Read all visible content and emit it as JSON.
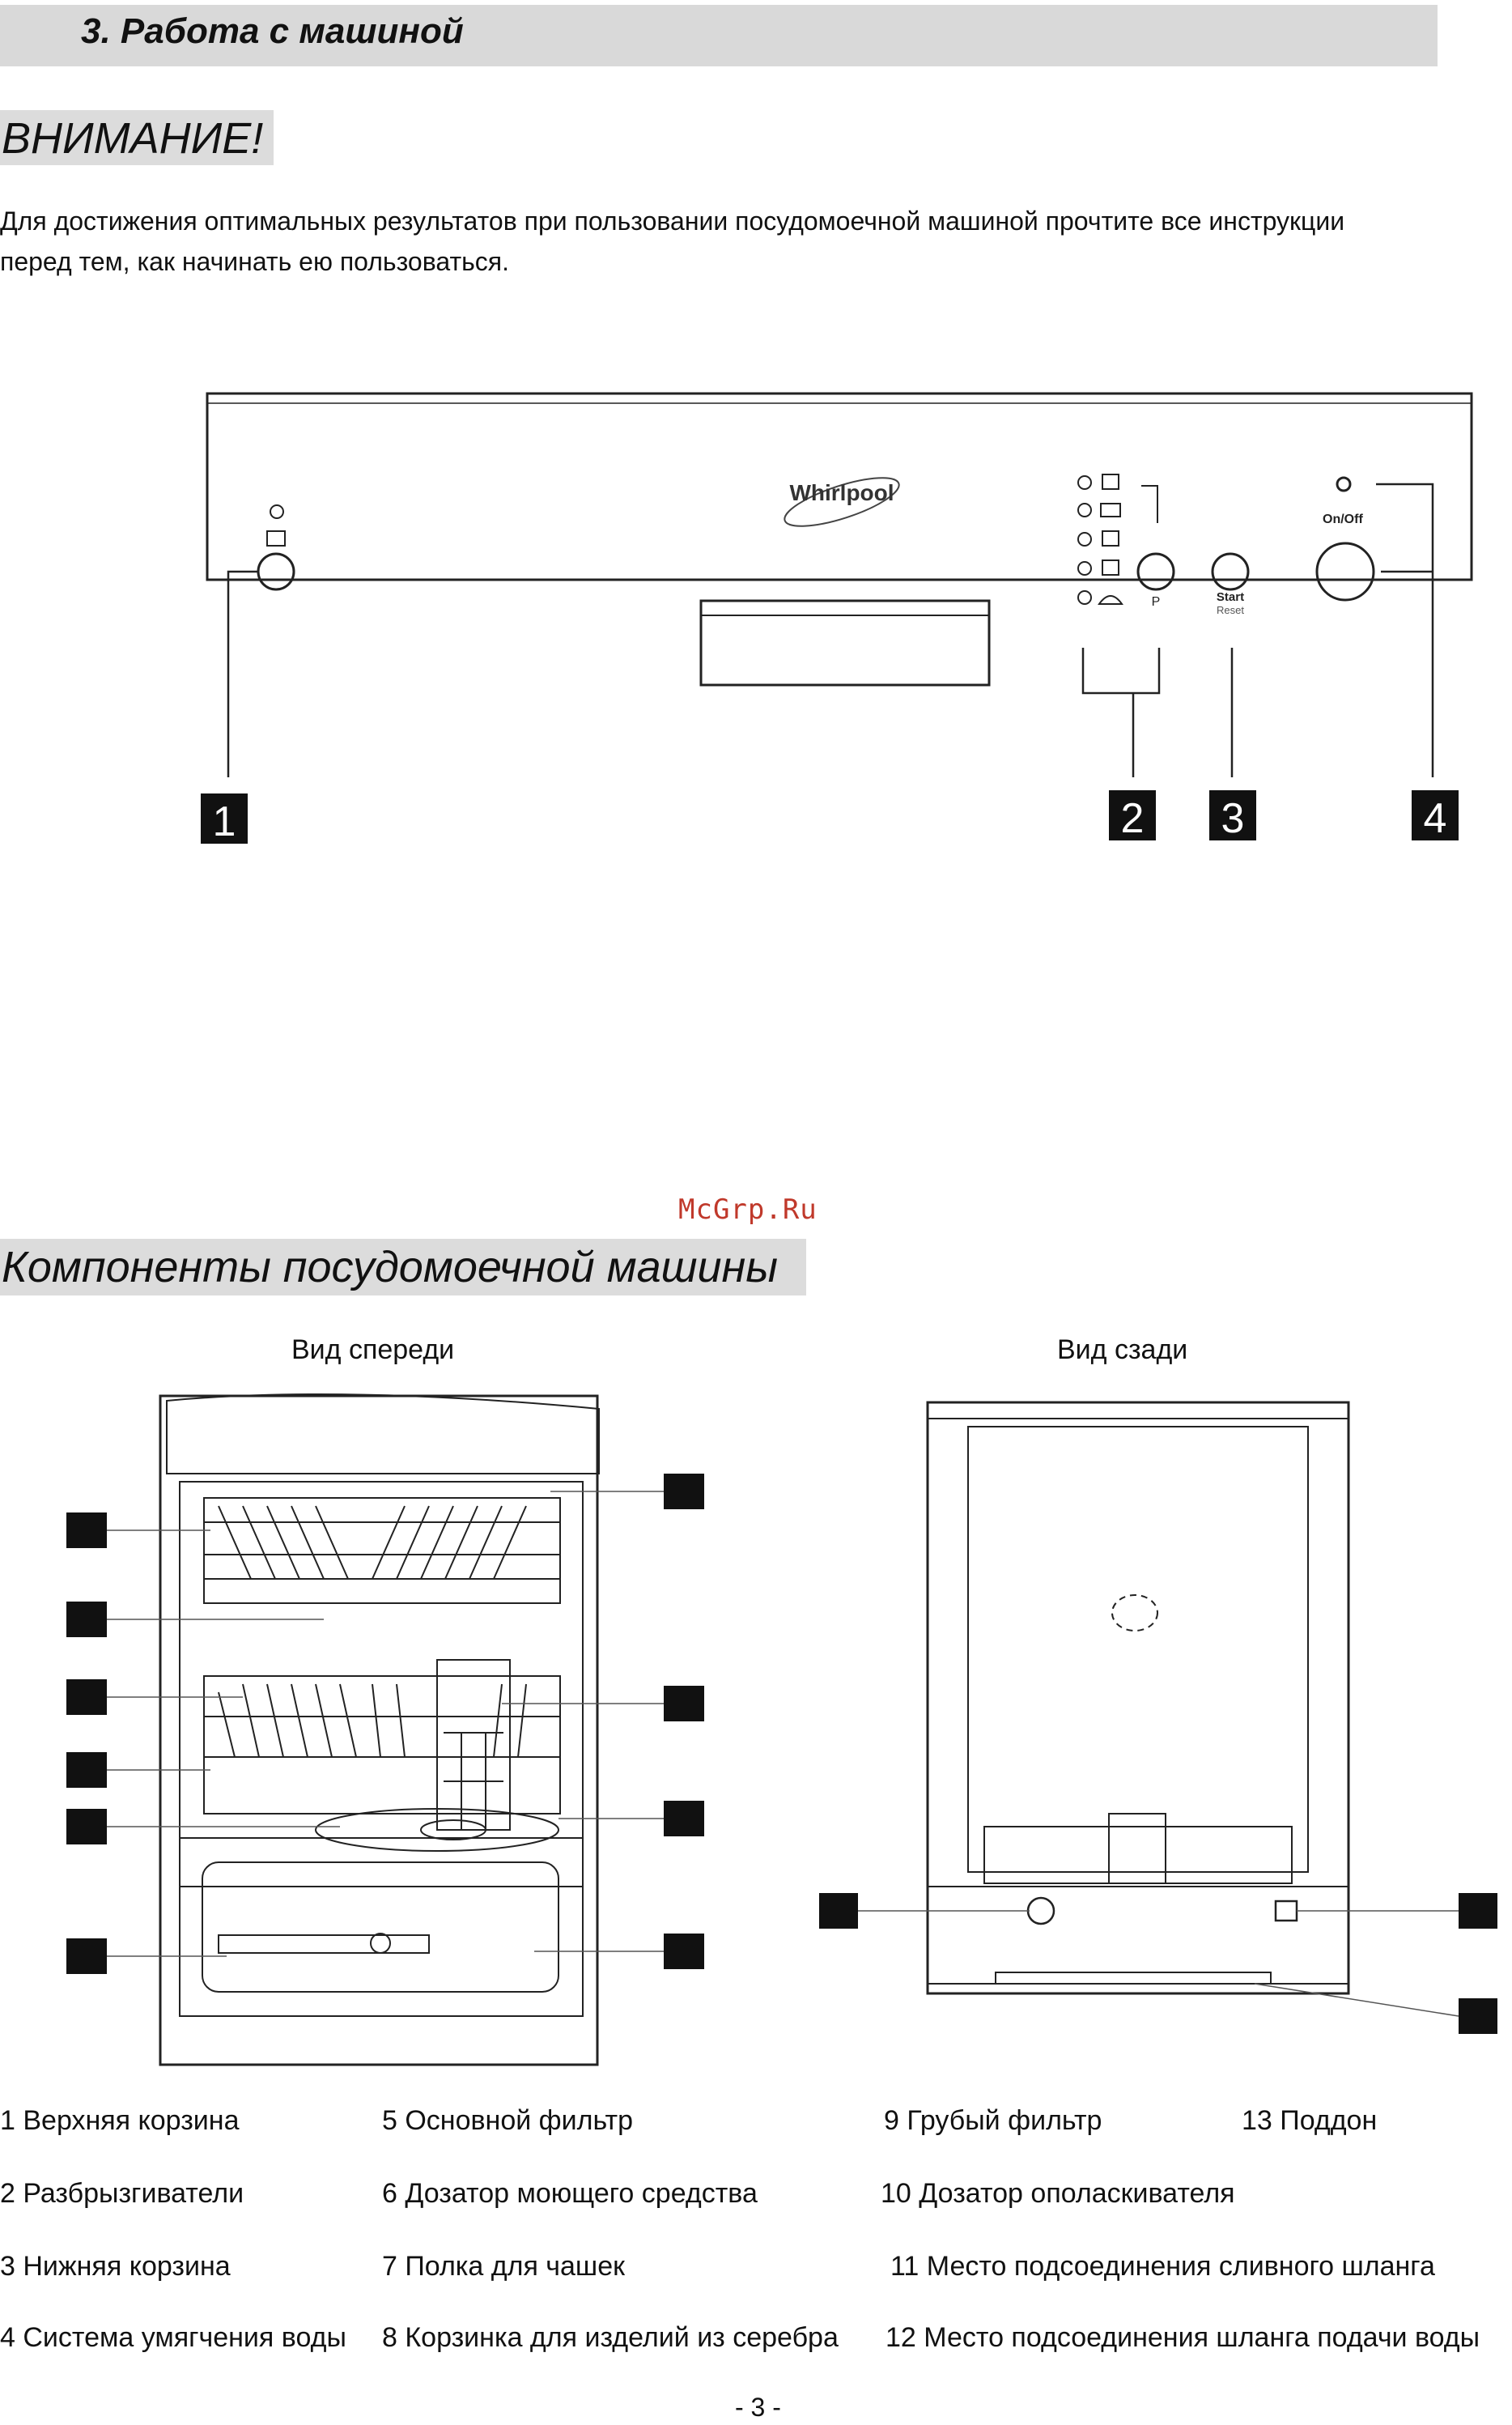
{
  "header": {
    "section_title": "3. Работа с машиной"
  },
  "warning": {
    "title": "ВНИМАНИЕ!",
    "line1": "Для достижения оптимальных результатов при пользовании посудомоечной машиной прочтите все инструкции",
    "line2": "перед тем, как начинать ею пользоваться."
  },
  "panel": {
    "brand": "Whirlpool",
    "on_off": "On/Off",
    "program_button": "P",
    "start_label": "Start",
    "reset_label": "Reset",
    "callouts": [
      "1",
      "2",
      "3",
      "4"
    ]
  },
  "watermark": "McGrp.Ru",
  "components": {
    "title": "Компоненты посудомоечной машины",
    "front_view": "Вид спереди",
    "rear_view": "Вид сзади",
    "legend": [
      {
        "text": "1 Верхняя корзина"
      },
      {
        "text": "2 Разбрызгиватели"
      },
      {
        "text": "3 Нижняя корзина"
      },
      {
        "text": "4 Система умягчения воды"
      },
      {
        "text": "5 Основной фильтр"
      },
      {
        "text": "6 Дозатор моющего средства"
      },
      {
        "text": "7 Полка для чашек"
      },
      {
        "text": "8 Корзинка для изделий из серебра"
      },
      {
        "text": "9 Грубый фильтр"
      },
      {
        "text": "10 Дозатор ополаскивателя"
      },
      {
        "text": "11 Место подсоединения сливного шланга"
      },
      {
        "text": "12 Место подсоединения шланга подачи воды"
      },
      {
        "text": "13 Поддон"
      }
    ]
  },
  "footer": {
    "page_number": "- 3 -"
  }
}
